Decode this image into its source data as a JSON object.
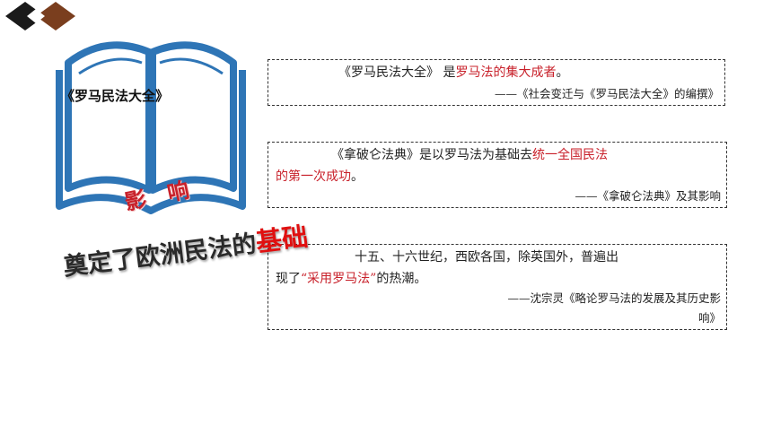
{
  "book": {
    "title": "《罗马民法大全》",
    "caption": "影 响"
  },
  "quote1": {
    "text_a": "《罗马民法大全》 是",
    "text_b": "罗马法的集大成者",
    "text_c": "。",
    "source": "——《社会变迁与《罗马民法大全》的编撰》"
  },
  "quote2": {
    "text_a": "《拿破仑法典》是以罗马法为基础去",
    "text_b": "统一全国民法",
    "text_c": "的第一次成功",
    "text_d": "。",
    "source": "——《拿破仑法典》及其影响"
  },
  "quote3": {
    "line1": "十五、十六世纪，西欧各国，除英国外，普遍出",
    "line2_a": "现了",
    "line2_b": "“采用罗马法”",
    "line2_c": "的热潮。",
    "source_1": "——沈宗灵《略论罗马法的发展及其历史影",
    "source_2": "响》"
  },
  "banner": {
    "text": "奠定了欧洲民法的",
    "highlight": "基础"
  },
  "colors": {
    "accent_red": "#c8202a",
    "book_blue": "#2e75b6",
    "corner_dark": "#1a1a1a",
    "corner_brown": "#7a3e1e"
  }
}
